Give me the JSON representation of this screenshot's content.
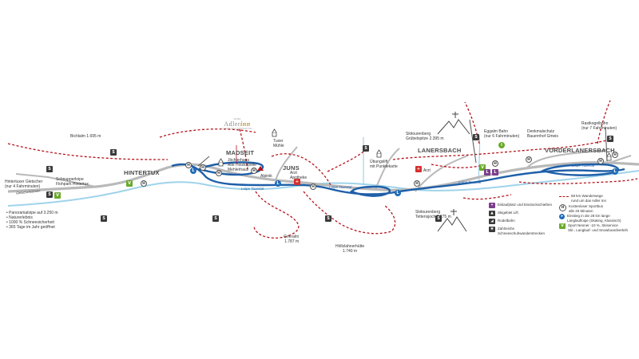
{
  "colors": {
    "road": "#b9b9b9",
    "river": "#9fd3ea",
    "loipe": "#1f5fa8",
    "trail_red": "#b5121b",
    "lift": "#555555",
    "green": "#6aaa2a",
    "purple": "#7b3e8c"
  },
  "towns": {
    "hintertux": "HINTERTUX",
    "madseit": "MADSEIT",
    "juns": "JUNS",
    "lanersbach": "LANERSBACH",
    "vorderlanersbach": "VORDERLANERSBACH"
  },
  "logo": {
    "emblem": "HOTEL",
    "name_plain": "Adler",
    "name_accent": "inn",
    "tagline": "TUXER WELLNESSHOTEL"
  },
  "labels": {
    "bichlalm": "Bichlalm 1.695 m",
    "hintertux_gletscher": "Hintertuxer Gletscher\n(nur 4 Fahrminuten)",
    "gletscherbahnen": "Gletscherbahnen",
    "schnupperloipe": "Schnupperloipe\nFlohpark Hintertux",
    "panorama": "• Panoramaloipe auf 3.250 m\n• Naturerlebnis\n• 1000 % Schneesicherheit\n• 365 Tage im Jahr geöffnet",
    "joechlhaus": "Jöchlerhaus\nAlte Holzkapelle\nMehlerhaus",
    "alpinik": "Alpinik",
    "tuxer_muehle": "Tuxer\nMühle",
    "arzt_apotheke": "Arzt\nApotheke",
    "grieralm": "Grieralm\n1.787 m",
    "hoelzlahnerhuette": "Höllzlahnerhütte\n1.740 m",
    "uebungslift": "Übungslift\nmit Punktekarte",
    "skitourenberg_grubel": "Skitourenberg\nGrübelspitze 2.395 m",
    "arzt": "Arzt",
    "eggalm": "Eggalm Bahn\n(nur 6 Fahrminuten)",
    "denkmalschutz": "Denkmalschutz\nBauernhof Gmeis",
    "skitourenberg_tettens": "Skitourenberg\nTettensjoch 2.275 m",
    "rastkogel": "Rastkogelbahn\n(nur 7 Fahrminuten)",
    "loipe_tuxertal_1": "Loipe Tuxertal",
    "loipe_tuxertal_2": "Loipe Tuxertal",
    "loipe_tuxertal_3": "Loipe Tuxertal",
    "loipe_tuxertal_4": "Loipe Tuxertal"
  },
  "legend": {
    "eislauf": "Eislaufplatz und Eisstockschießen",
    "skigebiet": "Skigebiet Lift",
    "rodelbahn": "Rodelbahn",
    "schneeschuh": "Zahlreiche\nSchneeschuhwanderstrecken",
    "wanderwege": "68 km Wanderwege\nrund um das Adler Inn",
    "sportbus": "Kostenloser Sportbus\nalle 20 Minuten",
    "langlauf": "Einstieg in die 28 km lange\nLanglaufloipe (Skating, Klassisch)",
    "sport_nenner": "Sport Nenner -10 %, Skiservice\nSki-, Langlauf- und Snowboardverleih"
  },
  "symbols": {
    "bus": "H",
    "skigebiet": "S",
    "langlauf": "L",
    "sport": "V",
    "arzt": "+",
    "info": "i"
  }
}
